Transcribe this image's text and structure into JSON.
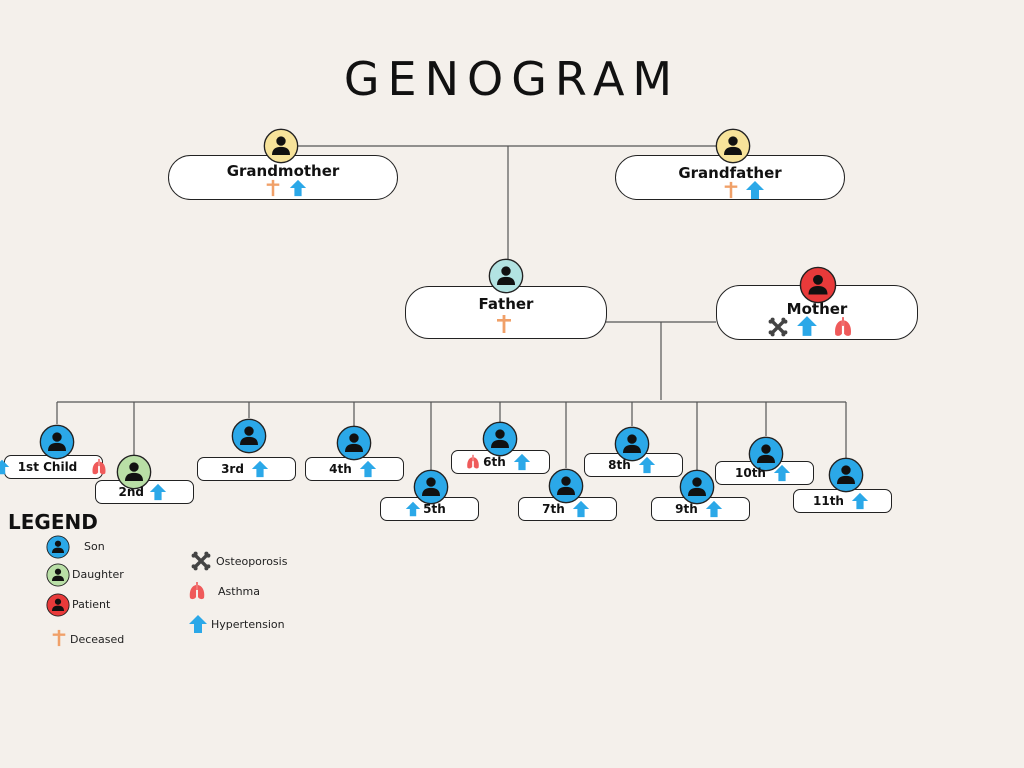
{
  "title": "GENOGRAM",
  "colors": {
    "son": "#2ba8e8",
    "daughter": "#b9dfa6",
    "patient": "#e83a3a",
    "grandparent": "#f7e39a",
    "father": "#b2e3e2",
    "deceased": "#f0a068",
    "asthma": "#ef5a5a",
    "hypertension": "#2ba8e8",
    "osteoporosis": "#444444"
  },
  "grandparents": {
    "grandmother": {
      "label": "Grandmother",
      "marks": [
        "deceased",
        "hypertension"
      ]
    },
    "grandfather": {
      "label": "Grandfather",
      "marks": [
        "deceased",
        "hypertension"
      ]
    }
  },
  "parents": {
    "father": {
      "label": "Father",
      "marks": [
        "deceased"
      ]
    },
    "mother": {
      "label": "Mother",
      "marks": [
        "osteoporosis",
        "hypertension",
        "asthma"
      ]
    }
  },
  "children": [
    {
      "label": "1st Child",
      "type": "son",
      "marks_before": [
        "hypertension"
      ],
      "marks_after": [
        "asthma"
      ]
    },
    {
      "label": "2nd",
      "type": "daughter",
      "marks_before": [],
      "marks_after": [
        "hypertension"
      ]
    },
    {
      "label": "3rd",
      "type": "son",
      "marks_before": [],
      "marks_after": [
        "hypertension"
      ]
    },
    {
      "label": "4th",
      "type": "son",
      "marks_before": [],
      "marks_after": [
        "hypertension"
      ]
    },
    {
      "label": "5th",
      "type": "son",
      "marks_before": [
        "hypertension"
      ],
      "marks_after": []
    },
    {
      "label": "6th",
      "type": "son",
      "marks_before": [
        "asthma"
      ],
      "marks_after": [
        "hypertension"
      ]
    },
    {
      "label": "7th",
      "type": "son",
      "marks_before": [],
      "marks_after": [
        "hypertension"
      ]
    },
    {
      "label": "8th",
      "type": "son",
      "marks_before": [],
      "marks_after": [
        "hypertension"
      ]
    },
    {
      "label": "9th",
      "type": "son",
      "marks_before": [],
      "marks_after": [
        "hypertension"
      ]
    },
    {
      "label": "10th",
      "type": "son",
      "marks_before": [],
      "marks_after": [
        "hypertension"
      ]
    },
    {
      "label": "11th",
      "type": "son",
      "marks_before": [],
      "marks_after": [
        "hypertension"
      ]
    }
  ],
  "legend": {
    "title": "LEGEND",
    "son": "Son",
    "daughter": "Daughter",
    "patient": "Patient",
    "deceased": "Deceased",
    "osteoporosis": "Osteoporosis",
    "asthma": "Asthma",
    "hypertension": "Hypertension"
  }
}
